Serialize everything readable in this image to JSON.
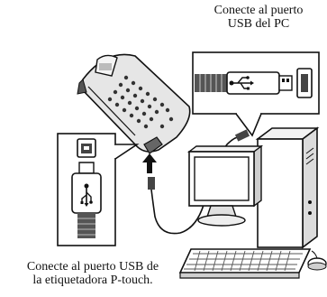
{
  "captions": {
    "pc_port": [
      "Conecte al puerto",
      "USB del PC"
    ],
    "ptouch_port": [
      "Conecte al puerto USB de",
      "la etiquetadora P-touch."
    ]
  },
  "icons": {
    "usb_symbol": "usb-trident-icon",
    "label_maker": "p-touch-label-maker-icon",
    "computer": "desktop-pc-icon",
    "monitor": "monitor-icon",
    "keyboard": "keyboard-icon",
    "mouse": "mouse-icon",
    "arrow": "down-arrow-icon"
  },
  "colors": {
    "line": "#111111",
    "gray_dark": "#444444",
    "gray_mid": "#8a8a8a",
    "gray_light": "#d8d8d8"
  }
}
